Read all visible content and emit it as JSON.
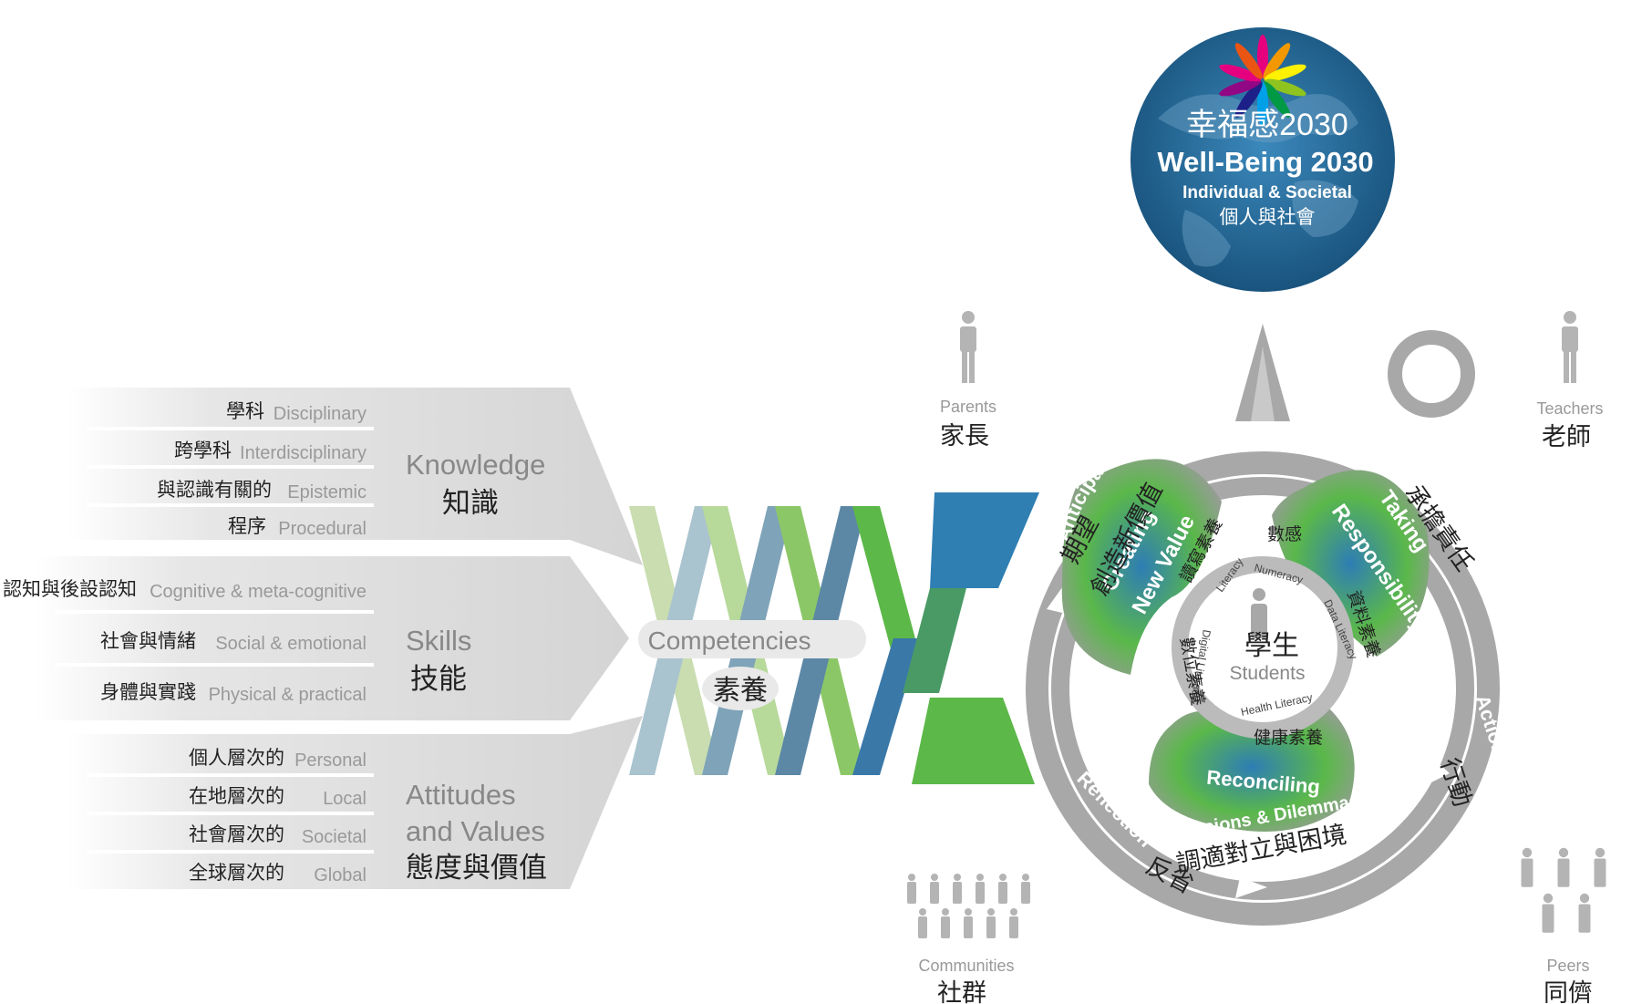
{
  "goal": {
    "title_zh": "幸福感2030",
    "title_en": "Well-Being 2030",
    "subtitle_en": "Individual & Societal",
    "subtitle_zh": "個人與社會"
  },
  "knowledge": {
    "label_en": "Knowledge",
    "label_zh": "知識",
    "items": [
      {
        "zh": "學科",
        "en": "Disciplinary"
      },
      {
        "zh": "跨學科",
        "en": "Interdisciplinary"
      },
      {
        "zh": "與認識有關的",
        "en": "Epistemic"
      },
      {
        "zh": "程序",
        "en": "Procedural"
      }
    ]
  },
  "skills": {
    "label_en": "Skills",
    "label_zh": "技能",
    "items": [
      {
        "zh": "認知與後設認知",
        "en": "Cognitive & meta-cognitive"
      },
      {
        "zh": "社會與情緒",
        "en": "Social & emotional"
      },
      {
        "zh": "身體與實踐",
        "en": "Physical & practical"
      }
    ]
  },
  "attitudes": {
    "label_en_1": "Attitudes",
    "label_en_2": "and Values",
    "label_zh": "態度與價值",
    "items": [
      {
        "zh": "個人層次的",
        "en": "Personal"
      },
      {
        "zh": "在地層次的",
        "en": "Local"
      },
      {
        "zh": "社會層次的",
        "en": "Societal"
      },
      {
        "zh": "全球層次的",
        "en": "Global"
      }
    ]
  },
  "competencies": {
    "en": "Competencies",
    "zh": "素養"
  },
  "people": {
    "parents": {
      "en": "Parents",
      "zh": "家長"
    },
    "teachers": {
      "en": "Teachers",
      "zh": "老師"
    },
    "communities": {
      "en": "Communities",
      "zh": "社群"
    },
    "peers": {
      "en": "Peers",
      "zh": "同儕"
    }
  },
  "compass": {
    "anticipation_en": "Anticipation",
    "anticipation_zh": "期望",
    "action_en": "Action",
    "action_zh": "行動",
    "reflection_en": "Reflection",
    "reflection_zh": "反省",
    "creating_en_1": "Creating",
    "creating_en_2": "New Value",
    "creating_zh": "創造新價值",
    "taking_en_1": "Taking",
    "taking_en_2": "Responsibility",
    "taking_zh": "承擔責任",
    "reconciling_en_1": "Reconciling",
    "reconciling_en_2": "Tensions & Dilemmas",
    "reconciling_zh": "調適對立與困境",
    "center_zh": "學生",
    "center_en": "Students",
    "literacy_en": "Literacy",
    "literacy_zh": "讀寫素養",
    "numeracy_en": "Numeracy",
    "numeracy_zh": "數感",
    "data_en": "Data Literacy",
    "data_zh": "資料素養",
    "health_en": "Health Literacy",
    "health_zh": "健康素養",
    "digital_en": "Digital Literacy",
    "digital_zh": "數位素養"
  },
  "colors": {
    "green": "#5cb848",
    "blue": "#2f7fb3",
    "gray": "#a8a8a8",
    "globe": "#1d5f8c"
  }
}
